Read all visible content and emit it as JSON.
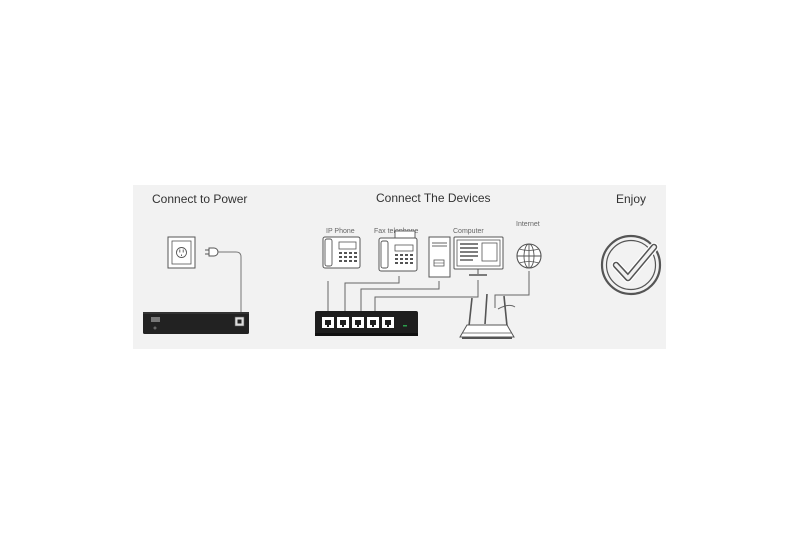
{
  "sections": {
    "power": {
      "title": "Connect to Power"
    },
    "devices": {
      "title": "Connect The Devices",
      "labels": {
        "ip_phone": "IP Phone",
        "fax": "Fax telephone",
        "computer": "Computer",
        "internet": "Internet"
      }
    },
    "enjoy": {
      "title": "Enjoy"
    }
  },
  "icons": {
    "outlet": "power-outlet-icon",
    "plug": "power-plug-icon",
    "switch": "network-switch-icon",
    "check": "check-circle-icon"
  },
  "colors": {
    "panel": "#f2f2f2",
    "line": "#555555",
    "device": "#1e1e1e",
    "led": "#2a9d4a"
  }
}
